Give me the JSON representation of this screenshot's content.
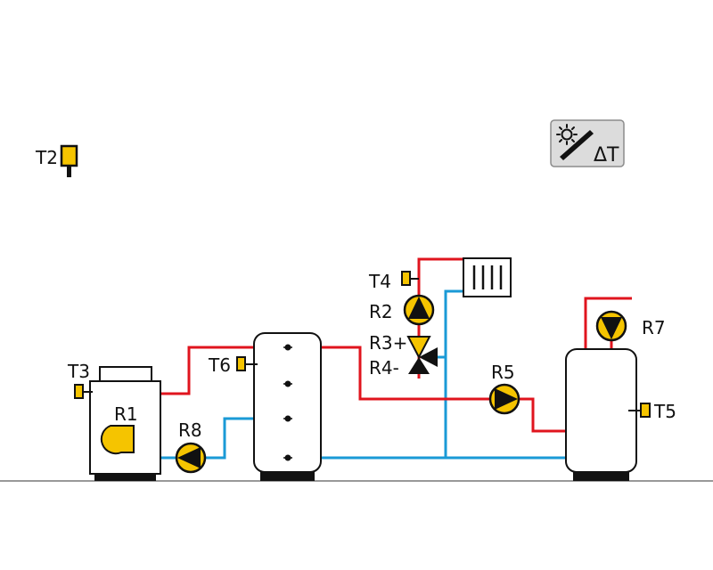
{
  "labels": {
    "t2": "T2",
    "t3": "T3",
    "t4": "T4",
    "t5": "T5",
    "t6": "T6",
    "r1": "R1",
    "r2": "R2",
    "r3": "R3+",
    "r4": "R4-",
    "r5": "R5",
    "r7": "R7",
    "r8": "R8"
  },
  "controller_button": {
    "icon": "solar-collector-icon",
    "text": "ΔT"
  },
  "colors": {
    "flow": "#e0141e",
    "return": "#1a9ad6",
    "component": "#f5c400",
    "outline": "#111111",
    "floor": "#999999"
  }
}
